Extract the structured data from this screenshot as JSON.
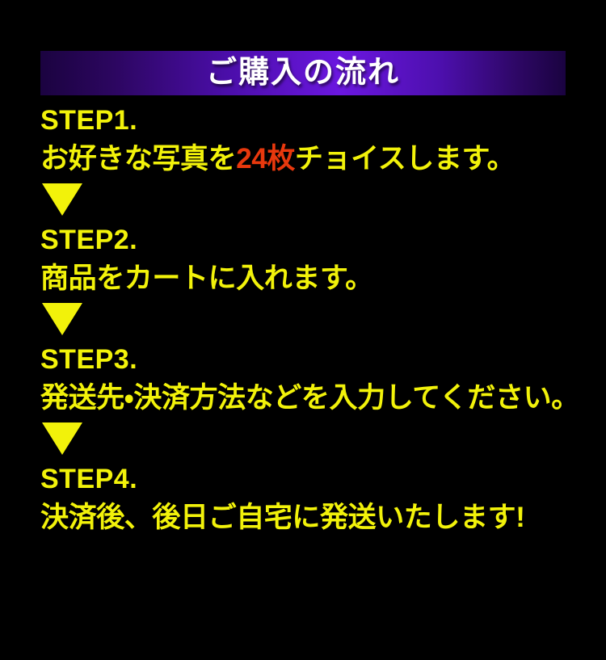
{
  "banner": {
    "title": "ご購入の流れ",
    "gradient_dark": "#1b0340",
    "gradient_bright": "#6b17e0",
    "text_color": "#ffffff"
  },
  "colors": {
    "background": "#000000",
    "step_text": "#f2f20a",
    "highlight": "#e8380d"
  },
  "steps": [
    {
      "label": "STEP1.",
      "desc_before": "お好きな写真を",
      "desc_highlight": "24枚",
      "desc_after": "チョイスします。"
    },
    {
      "label": "STEP2.",
      "desc_before": "商品をカートに入れます。",
      "desc_highlight": "",
      "desc_after": ""
    },
    {
      "label": "STEP3.",
      "desc_before": "発送先・決済方法などを入力してください。",
      "desc_highlight": "",
      "desc_after": ""
    },
    {
      "label": "STEP4.",
      "desc_before": "決済後、後日ご自宅に発送いたします!",
      "desc_highlight": "",
      "desc_after": ""
    }
  ],
  "arrows": [
    {
      "name": "arrow-step1-to-step2"
    },
    {
      "name": "arrow-step2-to-step3"
    },
    {
      "name": "arrow-step3-to-step4"
    }
  ]
}
